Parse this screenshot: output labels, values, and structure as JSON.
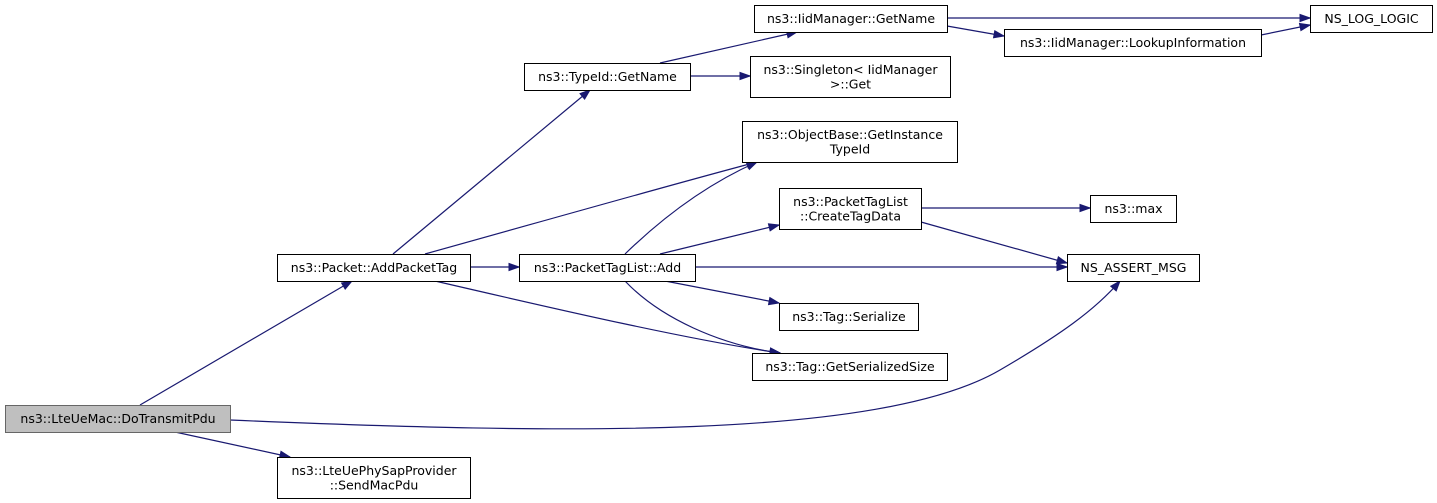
{
  "graph": {
    "type": "call-graph",
    "colors": {
      "edge": "#191970",
      "root_fill": "#bfbfbf",
      "node_fill": "#ffffff",
      "node_border": "#000000"
    },
    "nodes": [
      {
        "id": "dotransmitpdu",
        "lines": [
          "ns3::LteUeMac::DoTransmitPdu"
        ],
        "root": true
      },
      {
        "id": "addpackettag",
        "lines": [
          "ns3::Packet::AddPacketTag"
        ]
      },
      {
        "id": "sendmacpdu",
        "lines": [
          "ns3::LteUePhySapProvider",
          "::SendMacPdu"
        ]
      },
      {
        "id": "typeid-getname",
        "lines": [
          "ns3::TypeId::GetName"
        ]
      },
      {
        "id": "packettaglist-add",
        "lines": [
          "ns3::PacketTagList::Add"
        ]
      },
      {
        "id": "iidmanager-getname",
        "lines": [
          "ns3::IidManager::GetName"
        ]
      },
      {
        "id": "singleton-get",
        "lines": [
          "ns3::Singleton< IidManager",
          ">::Get"
        ]
      },
      {
        "id": "getinstancetypeid",
        "lines": [
          "ns3::ObjectBase::GetInstance",
          "TypeId"
        ]
      },
      {
        "id": "createtagdata",
        "lines": [
          "ns3::PacketTagList",
          "::CreateTagData"
        ]
      },
      {
        "id": "tag-serialize",
        "lines": [
          "ns3::Tag::Serialize"
        ]
      },
      {
        "id": "tag-getserializedsize",
        "lines": [
          "ns3::Tag::GetSerializedSize"
        ]
      },
      {
        "id": "lookupinformation",
        "lines": [
          "ns3::IidManager::LookupInformation"
        ]
      },
      {
        "id": "ns-log-logic",
        "lines": [
          "NS_LOG_LOGIC"
        ]
      },
      {
        "id": "max",
        "lines": [
          "ns3::max"
        ]
      },
      {
        "id": "ns-assert-msg",
        "lines": [
          "NS_ASSERT_MSG"
        ]
      }
    ],
    "edges": [
      {
        "from": "dotransmitpdu",
        "to": "addpackettag"
      },
      {
        "from": "dotransmitpdu",
        "to": "ns-assert-msg"
      },
      {
        "from": "dotransmitpdu",
        "to": "sendmacpdu"
      },
      {
        "from": "addpackettag",
        "to": "typeid-getname"
      },
      {
        "from": "addpackettag",
        "to": "getinstancetypeid"
      },
      {
        "from": "addpackettag",
        "to": "packettaglist-add"
      },
      {
        "from": "addpackettag",
        "to": "tag-getserializedsize"
      },
      {
        "from": "typeid-getname",
        "to": "iidmanager-getname"
      },
      {
        "from": "typeid-getname",
        "to": "singleton-get"
      },
      {
        "from": "iidmanager-getname",
        "to": "ns-log-logic"
      },
      {
        "from": "iidmanager-getname",
        "to": "lookupinformation"
      },
      {
        "from": "lookupinformation",
        "to": "ns-log-logic"
      },
      {
        "from": "packettaglist-add",
        "to": "getinstancetypeid"
      },
      {
        "from": "packettaglist-add",
        "to": "createtagdata"
      },
      {
        "from": "packettaglist-add",
        "to": "ns-assert-msg"
      },
      {
        "from": "packettaglist-add",
        "to": "tag-serialize"
      },
      {
        "from": "packettaglist-add",
        "to": "tag-getserializedsize"
      },
      {
        "from": "createtagdata",
        "to": "max"
      },
      {
        "from": "createtagdata",
        "to": "ns-assert-msg"
      }
    ]
  }
}
